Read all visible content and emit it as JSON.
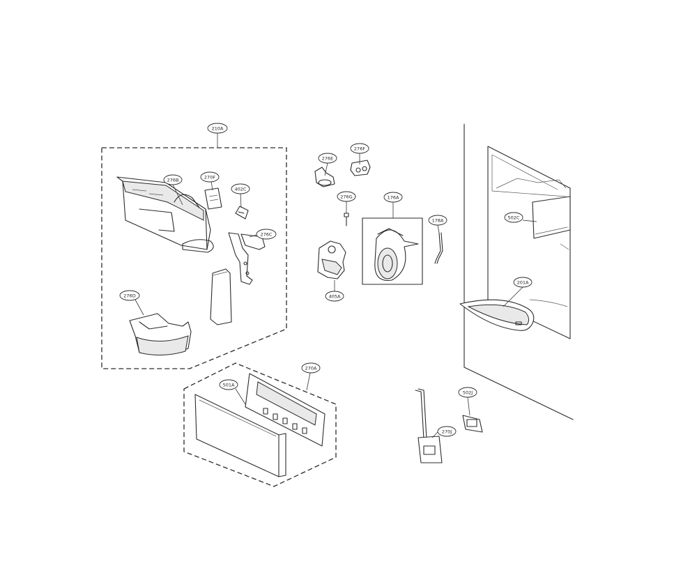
{
  "callouts": [
    {
      "id": "c-210a",
      "label": "210A"
    },
    {
      "id": "c-276d",
      "label": "276D"
    },
    {
      "id": "c-270f",
      "label": "270F"
    },
    {
      "id": "c-402c",
      "label": "402C"
    },
    {
      "id": "c-276c",
      "label": "276C"
    },
    {
      "id": "c-276e",
      "label": "276E"
    },
    {
      "id": "c-276f",
      "label": "276F"
    },
    {
      "id": "c-276g",
      "label": "276G"
    },
    {
      "id": "c-276b",
      "label": "276B"
    },
    {
      "id": "c-176a",
      "label": "176A"
    },
    {
      "id": "c-178a",
      "label": "178A"
    },
    {
      "id": "c-405a",
      "label": "405A"
    },
    {
      "id": "c-502c",
      "label": "502C"
    },
    {
      "id": "c-201a",
      "label": "201A"
    },
    {
      "id": "c-270a",
      "label": "270A"
    },
    {
      "id": "c-501a",
      "label": "501A"
    },
    {
      "id": "c-502j",
      "label": "502J"
    },
    {
      "id": "c-270j",
      "label": "270J"
    }
  ]
}
